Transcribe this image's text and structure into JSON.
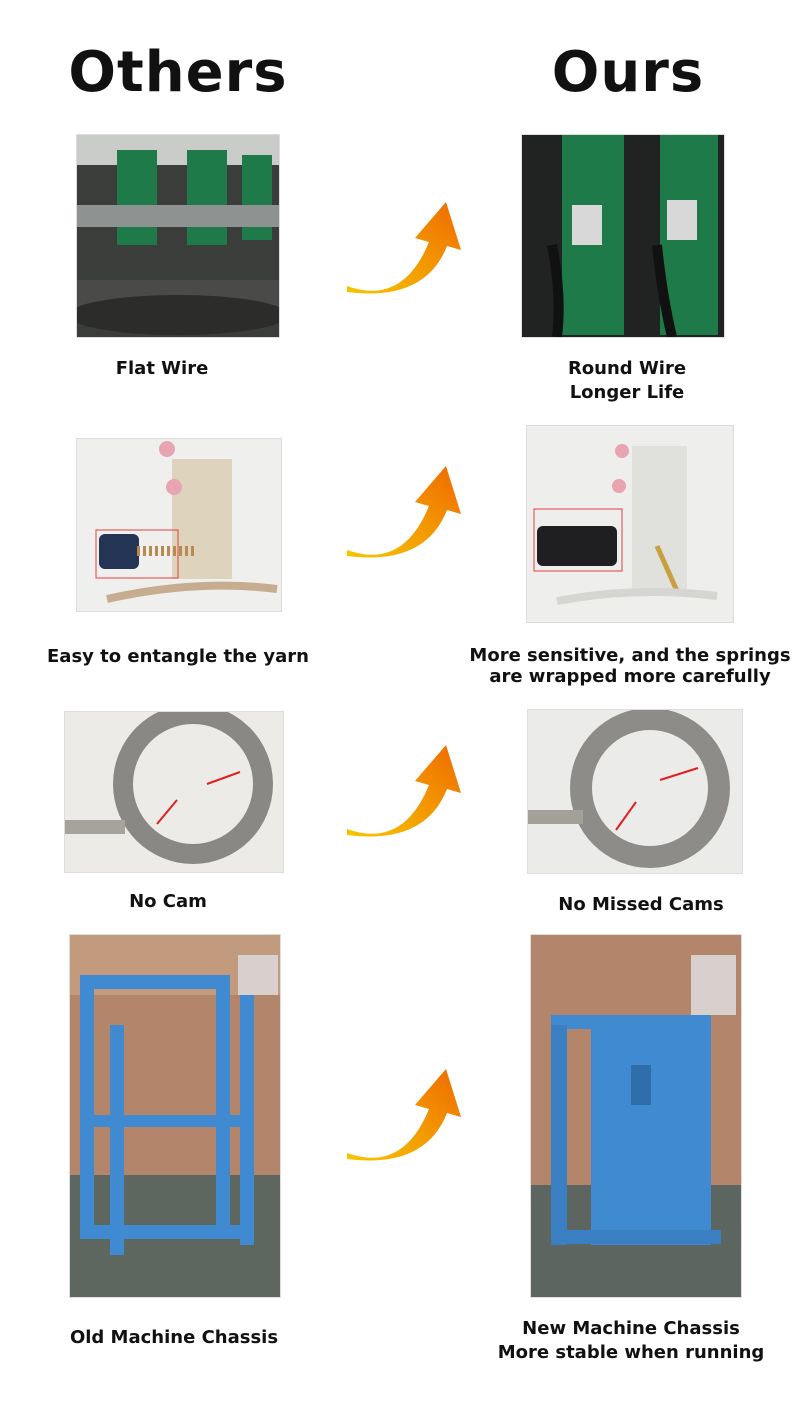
{
  "headings": {
    "others": "Others",
    "ours": "Ours"
  },
  "rows": [
    {
      "others_caption": "Flat Wire",
      "ours_caption_line1": "Round Wire",
      "ours_caption_line2": "Longer Life"
    },
    {
      "others_caption": "Easy to entangle the yarn",
      "ours_caption_line1": "More sensitive, and the springs",
      "ours_caption_line2": "are wrapped more carefully"
    },
    {
      "others_caption": "No Cam",
      "ours_caption_line1": "No Missed Cams",
      "ours_caption_line2": ""
    },
    {
      "others_caption": "Old Machine Chassis",
      "ours_caption_line1": "New Machine Chassis",
      "ours_caption_line2": "More stable when running"
    }
  ],
  "arrow_colors": {
    "start": "#f7c600",
    "end": "#ef6a00"
  }
}
